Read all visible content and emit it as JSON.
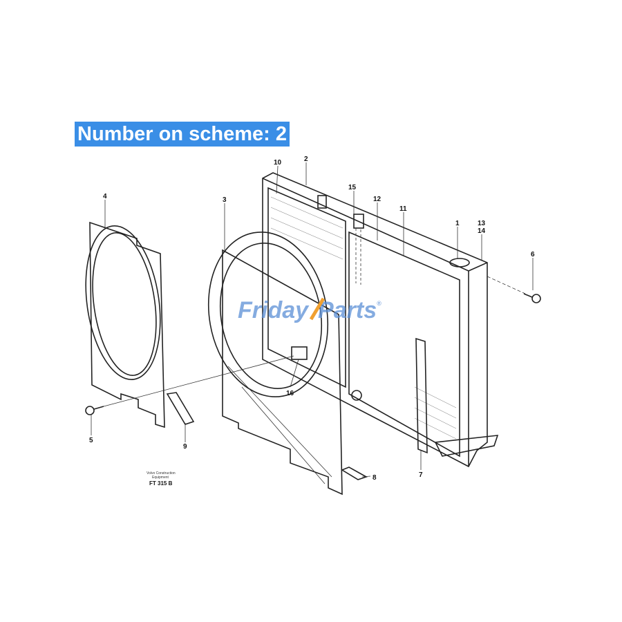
{
  "banner": {
    "text": "Number on scheme: 2",
    "color": "#3a8ee6"
  },
  "watermark": {
    "part1": "Friday",
    "part2": "Parts",
    "mark": "®",
    "blue": "#5b8fd6",
    "orange": "#f0a030"
  },
  "callouts": [
    {
      "id": "c10",
      "label": "10"
    },
    {
      "id": "c2",
      "label": "2"
    },
    {
      "id": "c15",
      "label": "15"
    },
    {
      "id": "c12",
      "label": "12"
    },
    {
      "id": "c11",
      "label": "11"
    },
    {
      "id": "c1",
      "label": "1"
    },
    {
      "id": "c13",
      "label": "13"
    },
    {
      "id": "c14",
      "label": "14"
    },
    {
      "id": "c6",
      "label": "6"
    },
    {
      "id": "c4",
      "label": "4"
    },
    {
      "id": "c3",
      "label": "3"
    },
    {
      "id": "c16",
      "label": "16"
    },
    {
      "id": "c5",
      "label": "5"
    },
    {
      "id": "c9",
      "label": "9"
    },
    {
      "id": "c8",
      "label": "8"
    },
    {
      "id": "c7",
      "label": "7"
    }
  ],
  "caption": {
    "line1": "Volvo Construction",
    "line2": "Equipment",
    "code": "FT 315 B"
  }
}
